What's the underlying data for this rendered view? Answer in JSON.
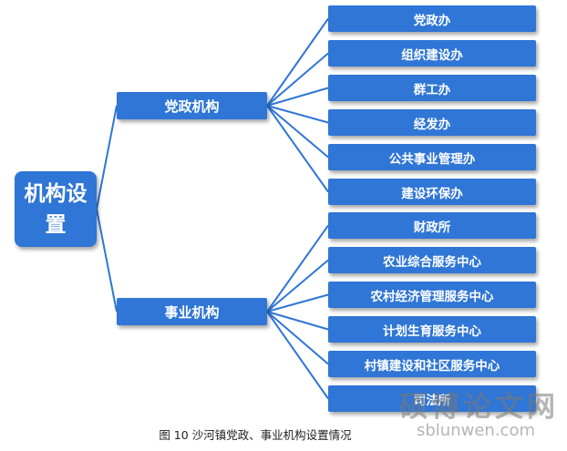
{
  "root": {
    "label": "机构设置"
  },
  "branches": [
    {
      "label": "党政机构",
      "children": [
        "党政办",
        "组织建设办",
        "群工办",
        "经发办",
        "公共事业管理办",
        "建设环保办"
      ]
    },
    {
      "label": "事业机构",
      "children": [
        "财政所",
        "农业综合服务中心",
        "农村经济管理服务中心",
        "计划生育服务中心",
        "村镇建设和社区服务中心",
        "司法所"
      ]
    }
  ],
  "caption": "图 10    沙河镇党政、事业机构设置情况",
  "watermark": {
    "cn": "硕博论文网",
    "en": "sblunwen.com"
  },
  "colors": {
    "box": "#2f76d6",
    "line": "#2f76d6"
  }
}
